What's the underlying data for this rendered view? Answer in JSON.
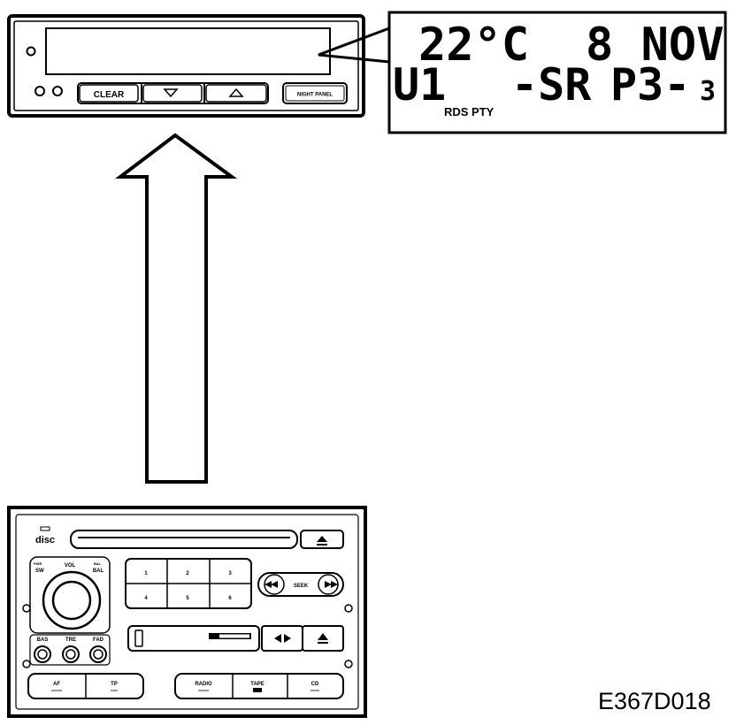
{
  "display_panel": {
    "clear_label": "CLEAR",
    "night_panel_label": "NIGHT PANEL"
  },
  "lcd": {
    "temperature": "22°C",
    "date": "8 NOV",
    "line2_left": "U1",
    "line2_mid": "-SR",
    "line2_right": "P3-",
    "line2_small": "3",
    "indicators": "RDS PTY"
  },
  "radio_unit": {
    "disc_logo": "disc",
    "vol_label": "VOL",
    "pwr_label": "PWR",
    "sw_label": "SW",
    "bal_label": "BAL",
    "bas_label": "BAS",
    "tre_label": "TRE",
    "fad_label": "FAD",
    "seek_label": "SEEK",
    "preset_numbers": [
      "1",
      "2",
      "3",
      "4",
      "5",
      "6"
    ],
    "af_label": "AF",
    "tp_label": "TP",
    "radio_label": "RADIO",
    "tape_label": "TAPE",
    "cd_label": "CD"
  },
  "figure_code": "E367D018"
}
